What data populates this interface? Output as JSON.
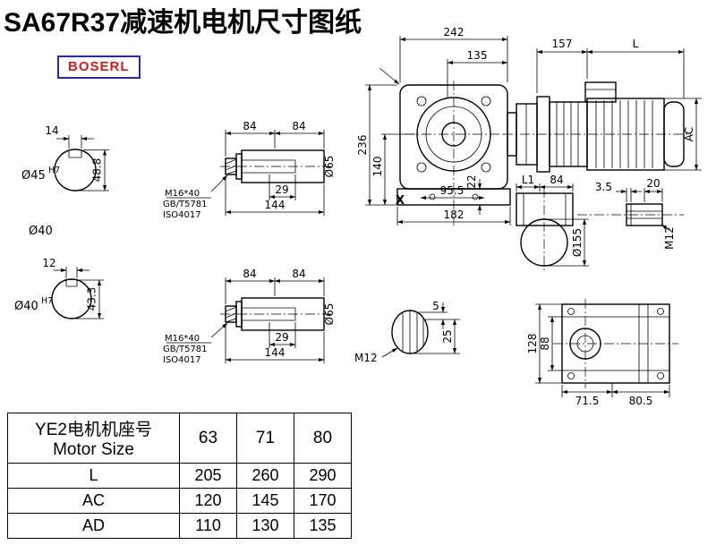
{
  "title": "SA67R37减速机电机尺寸图纸",
  "brand": "BOSERL",
  "views": {
    "shaft_top": {
      "keyway_width": "14",
      "bore": "Ø45",
      "bore_tol": "H7",
      "total_height": "48.8",
      "outer_dia": "Ø40"
    },
    "shaft_bottom": {
      "keyway_width": "12",
      "bore": "Ø40",
      "bore_tol": "H7",
      "total_height": "43.3"
    },
    "bushing": {
      "seg1": "84",
      "seg2": "84",
      "bolt": "M16*40",
      "std1": "GB/T5781",
      "std2": "ISO4017",
      "depth": "29",
      "length": "144",
      "dia": "Ø65"
    },
    "front": {
      "overall_width": "242",
      "flange_width": "135",
      "overall_height": "236",
      "center_height": "140",
      "foot_height": "22",
      "hole_spacing": "95.5",
      "base_width": "182",
      "x_mark": "X"
    },
    "motor": {
      "front_length": "157",
      "body_length": "L",
      "frame_dia": "AC"
    },
    "side": {
      "l1": "L1",
      "d84": "84",
      "plate": "3.5",
      "d20": "20",
      "flange_dia": "Ø155",
      "thread": "M12"
    },
    "plug": {
      "d5": "5",
      "d25": "25",
      "thread": "M12"
    },
    "bottom": {
      "h1": "128",
      "h2": "88",
      "w1": "71.5",
      "w2": "80.5"
    }
  },
  "table": {
    "header_cn": "YE2电机机座号",
    "header_en": "Motor Size",
    "sizes": [
      "63",
      "71",
      "80"
    ],
    "rows": [
      {
        "label": "L",
        "values": [
          "205",
          "260",
          "290"
        ]
      },
      {
        "label": "AC",
        "values": [
          "120",
          "145",
          "170"
        ]
      },
      {
        "label": "AD",
        "values": [
          "110",
          "130",
          "135"
        ]
      }
    ]
  }
}
